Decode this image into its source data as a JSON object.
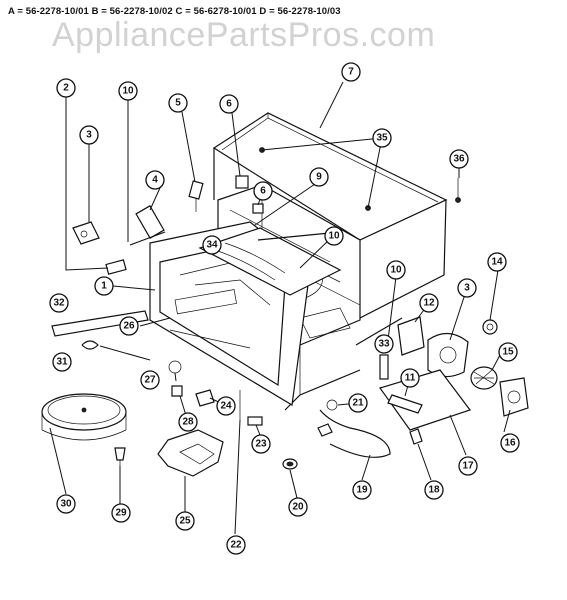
{
  "header": {
    "code_line": "A = 56-2278-10/01  B = 56-2278-10/02  C = 56-6278-10/01  D = 56-2278-10/03"
  },
  "watermark": "AppliancePartsPros.com",
  "callouts": [
    "1",
    "2",
    "3",
    "3",
    "4",
    "5",
    "6",
    "6",
    "7",
    "9",
    "10",
    "10",
    "10",
    "11",
    "12",
    "14",
    "15",
    "16",
    "17",
    "18",
    "19",
    "20",
    "21",
    "22",
    "23",
    "24",
    "25",
    "26",
    "27",
    "28",
    "29",
    "30",
    "31",
    "32",
    "33",
    "34",
    "35",
    "36"
  ]
}
